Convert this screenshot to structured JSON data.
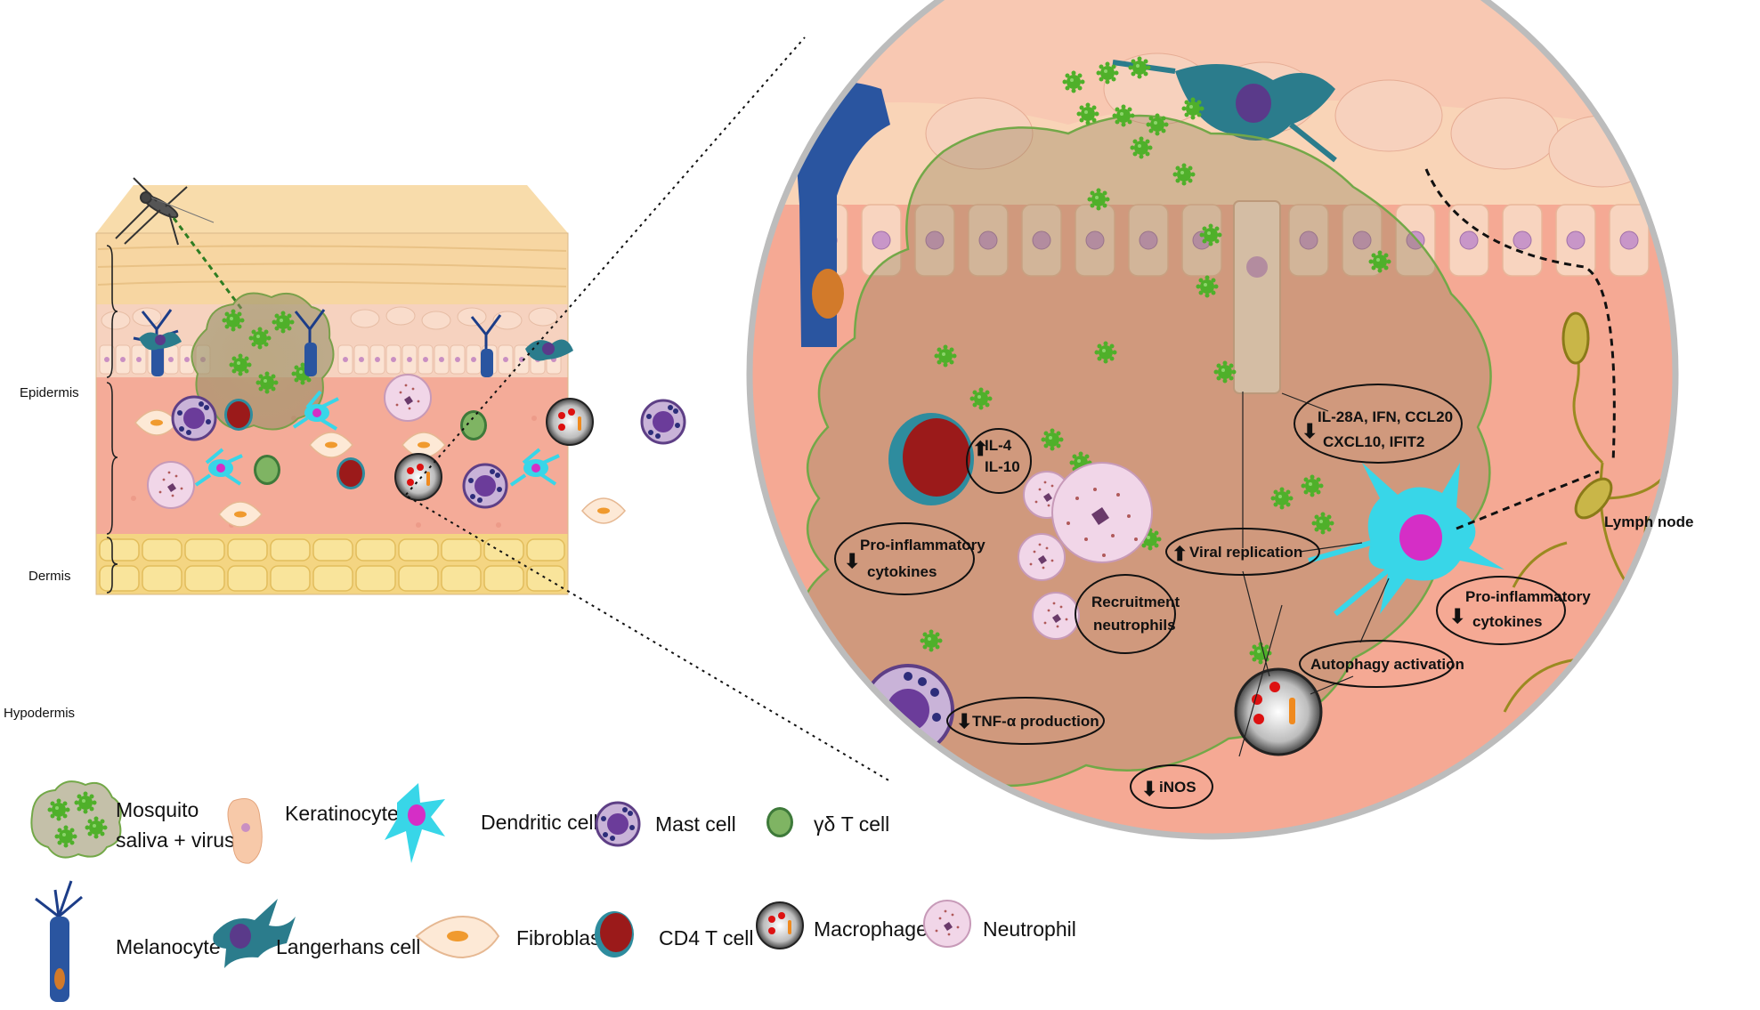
{
  "layers": {
    "epidermis": "Epidermis",
    "dermis": "Dermis",
    "hypodermis": "Hypodermis"
  },
  "annotations": {
    "il4": "IL-4",
    "il10": "IL-10",
    "proinflam_left_1": "Pro-inflammatory",
    "proinflam_left_2": "cytokines",
    "recruitment_1": "Recruitment",
    "recruitment_2": "neutrophils",
    "tnf": "TNF-α production",
    "il28_1": "IL-28A, IFN, CCL20",
    "il28_2": "CXCL10, IFIT2",
    "viral": "Viral replication",
    "autophagy": "Autophagy activation",
    "inos": "iNOS",
    "proinflam_right_1": "Pro-inflammatory",
    "proinflam_right_2": "cytokines",
    "lymph": "Lymph  node"
  },
  "legend": {
    "saliva_1": "Mosquito",
    "saliva_2": "saliva + virus",
    "keratinocyte": "Keratinocyte",
    "dendritic": "Dendritic cell",
    "mast": "Mast cell",
    "gd_t": "γδ T cell",
    "melanocyte": "Melanocyte",
    "langerhans": "Langerhans cell",
    "fibroblast": "Fibroblast",
    "cd4": "CD4 T cell",
    "macrophage": "Macrophage",
    "neutrophil": "Neutrophil"
  },
  "arrows": {
    "up": "⬆",
    "down": "⬇"
  },
  "colors": {
    "epidermis_top": "#f7d9a8",
    "keratinocyte": "#f6c9b2",
    "dermis": "#f5aa98",
    "hypodermis": "#f3d278",
    "saliva_cloud": "#b7a77a",
    "virus": "#4fb02a",
    "dendritic": "#38d6e8",
    "mast": "#8b6fb0",
    "cd4": "#9b1a1a",
    "gd_t": "#6fa65a",
    "neutrophil": "#eecfe3",
    "langerhans": "#2b7c8c",
    "melanocyte": "#2a55a0",
    "lymph_node": "#b8a83a"
  }
}
